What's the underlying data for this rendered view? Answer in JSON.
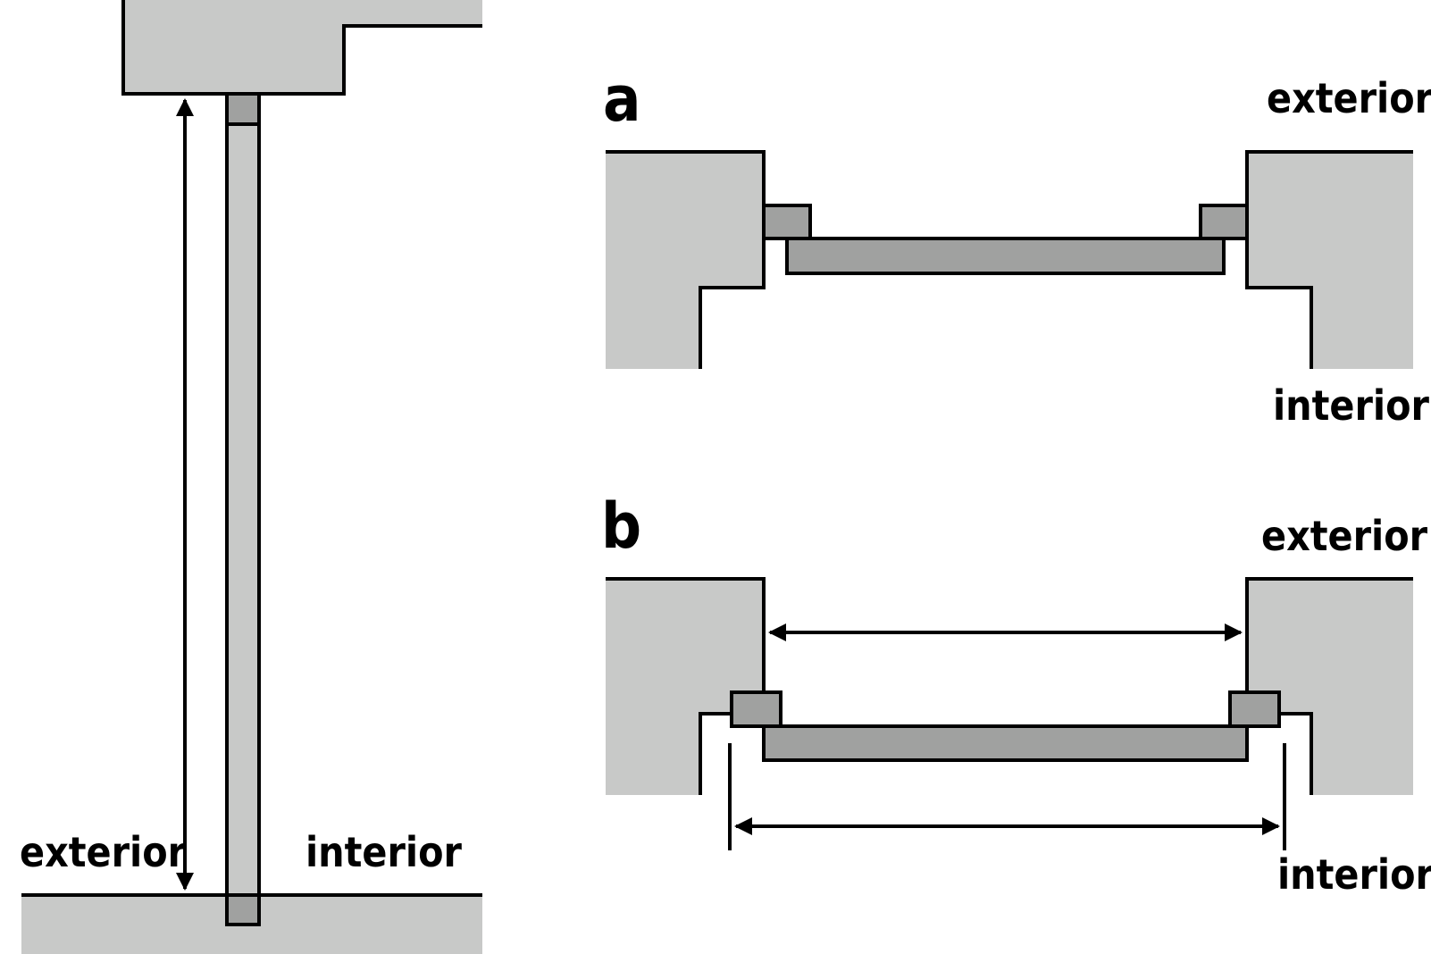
{
  "colors": {
    "wall": "#c8c9c8",
    "frame": "#a0a1a0",
    "line": "#000000",
    "background": "#ffffff"
  },
  "elevation": {
    "label_exterior": "exterior",
    "label_interior": "interior"
  },
  "detail_a": {
    "letter": "a",
    "label_exterior": "exterior",
    "label_interior": "interior"
  },
  "detail_b": {
    "letter": "b",
    "label_exterior": "exterior",
    "label_interior": "interior"
  }
}
